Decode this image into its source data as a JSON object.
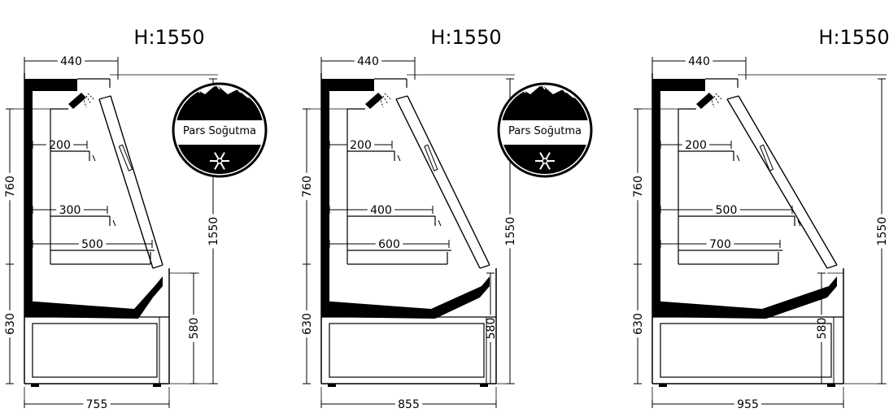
{
  "units": [
    {
      "title": "H:1550",
      "top_depth": "440",
      "shelves": [
        "200",
        "300",
        "500"
      ],
      "dims": {
        "upper_left": "760",
        "lower_left": "630",
        "base_right": "580",
        "height_right": "1550",
        "base_width": "755"
      },
      "logo": true
    },
    {
      "title": "H:1550",
      "top_depth": "440",
      "shelves": [
        "200",
        "400",
        "600"
      ],
      "dims": {
        "upper_left": "760",
        "lower_left": "630",
        "base_right": "580",
        "height_right": "1550",
        "base_width": "855"
      },
      "logo": true
    },
    {
      "title": "H:1550",
      "top_depth": "440",
      "shelves": [
        "200",
        "500",
        "700"
      ],
      "dims": {
        "upper_left": "760",
        "lower_left": "630",
        "base_right": "580",
        "height_right": "1550",
        "base_width": "955"
      },
      "logo": false
    }
  ],
  "logo": {
    "text": "Pars Soğutma",
    "mountain_icon": "mountain-icon",
    "snowflake_icon": "snowflake-icon"
  }
}
